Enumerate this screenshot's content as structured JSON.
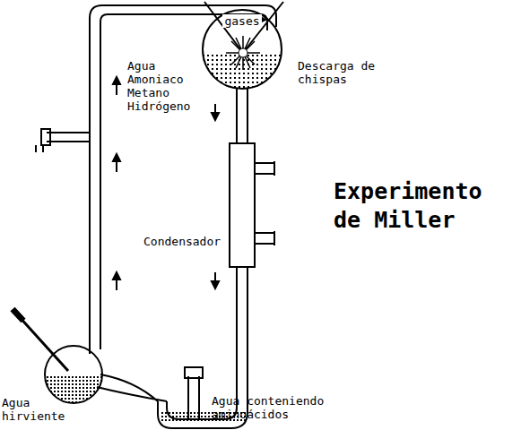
{
  "diagram": {
    "title": "Experimento de Miller",
    "nodes": [
      {
        "text": [
          "gases"
        ]
      }
    ],
    "labels": [
      "Agua Amoniaco Metano Hidrógeno",
      "Descarga de chispas",
      "Condensador",
      "Agua hirviente",
      "Agua conteniendo aminoácidos"
    ]
  }
}
